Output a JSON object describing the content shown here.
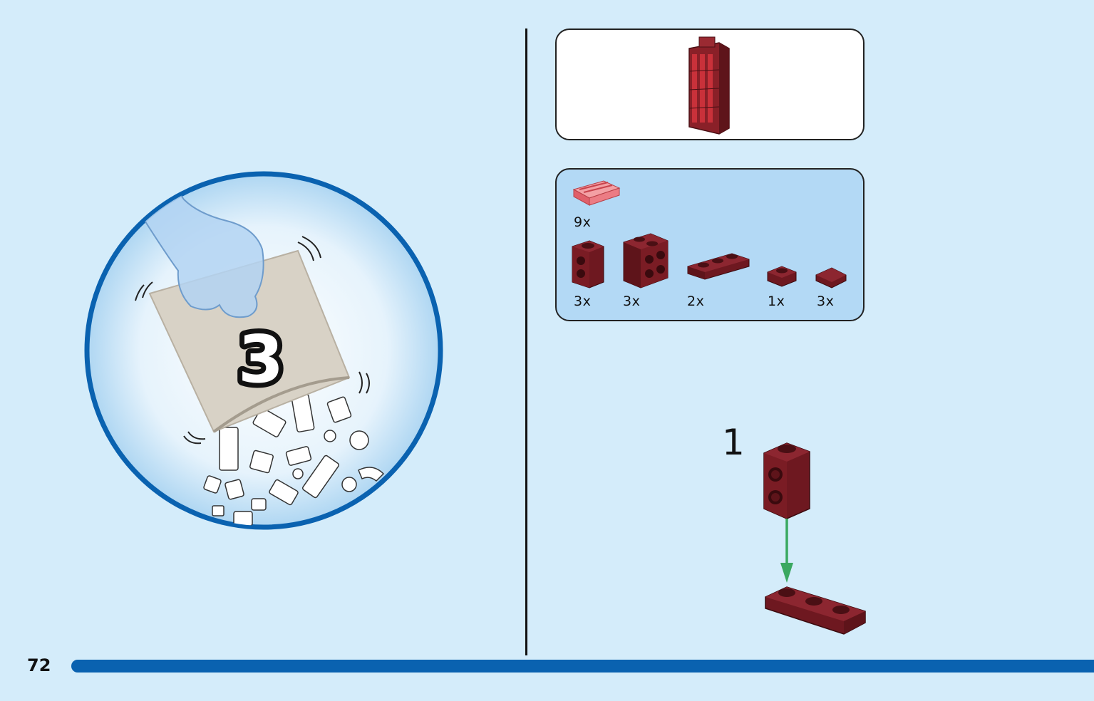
{
  "bag": {
    "number": "3"
  },
  "parts": {
    "items": [
      {
        "qty": "9x",
        "icon": "tile-1x2-grille-trans-red-icon"
      },
      {
        "qty": "3x",
        "icon": "brick-1x1-studs-side-icon"
      },
      {
        "qty": "3x",
        "icon": "brick-1x2-studs-side-icon"
      },
      {
        "qty": "2x",
        "icon": "plate-1x3-icon"
      },
      {
        "qty": "1x",
        "icon": "plate-1x1-icon"
      },
      {
        "qty": "3x",
        "icon": "tile-1x1-icon"
      }
    ]
  },
  "step": {
    "number": "1"
  },
  "page": {
    "number": "72"
  },
  "colors": {
    "background": "#d4ecfa",
    "accent_blue": "#0a62b0",
    "brick_dark_red": "#7a1c24",
    "arrow_green": "#3aa860"
  }
}
